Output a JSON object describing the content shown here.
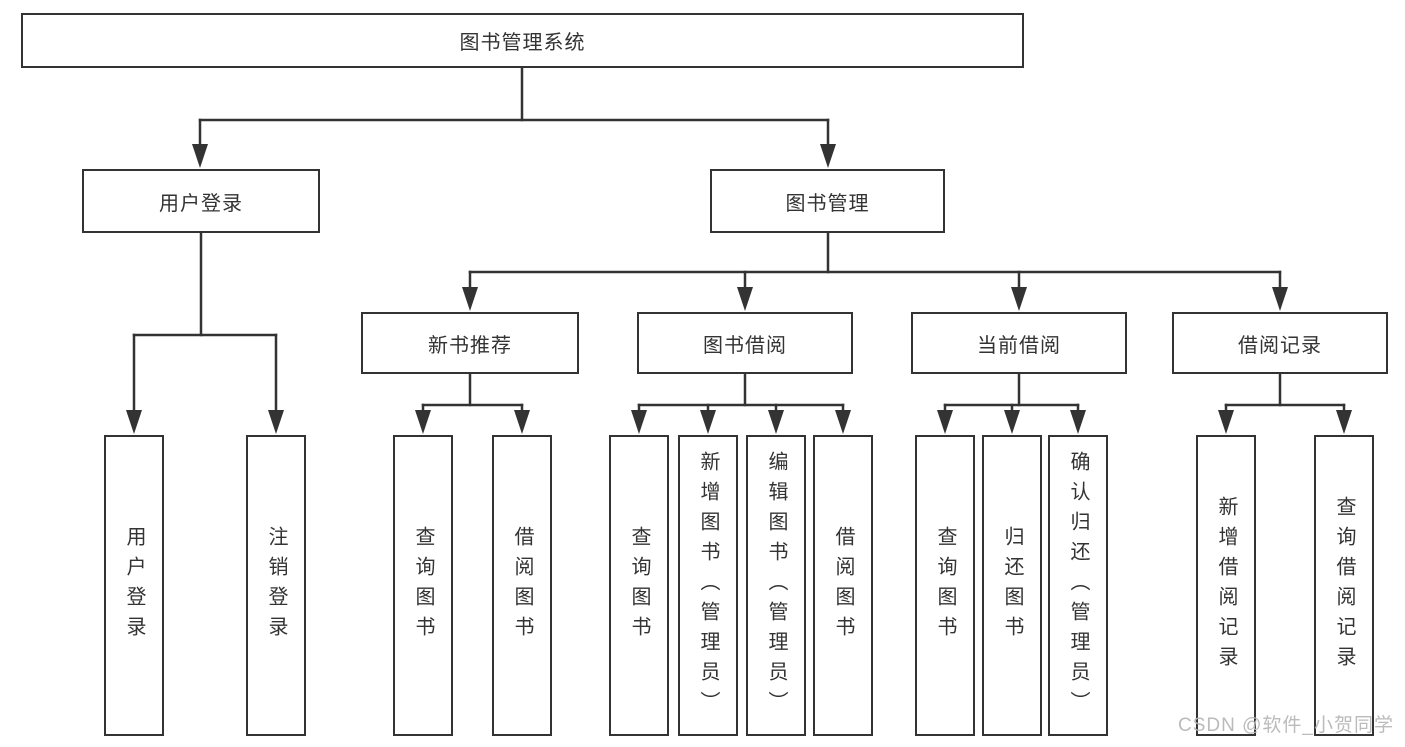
{
  "watermark": "CSDN @软件_小贺同学",
  "colors": {
    "line": "#333333",
    "box_border": "#333333",
    "text": "#333333",
    "watermark_text": "#b7b7b7",
    "background": "#ffffff"
  },
  "nodes": [
    {
      "id": "root",
      "label": "图书管理系统"
    },
    {
      "id": "user-login",
      "label": "用户登录"
    },
    {
      "id": "book-mgmt",
      "label": "图书管理"
    },
    {
      "id": "user-login-leaf",
      "label": "用户登录"
    },
    {
      "id": "logout-leaf",
      "label": "注销登录"
    },
    {
      "id": "new-book-rec",
      "label": "新书推荐"
    },
    {
      "id": "book-borrow",
      "label": "图书借阅"
    },
    {
      "id": "current-borrow",
      "label": "当前借阅"
    },
    {
      "id": "borrow-record",
      "label": "借阅记录"
    },
    {
      "id": "query-book-1",
      "label": "查询图书"
    },
    {
      "id": "borrow-book-1",
      "label": "借阅图书"
    },
    {
      "id": "query-book-2",
      "label": "查询图书"
    },
    {
      "id": "add-book",
      "label": "新增图书（管理员）"
    },
    {
      "id": "edit-book",
      "label": "编辑图书（管理员）"
    },
    {
      "id": "borrow-book-2",
      "label": "借阅图书"
    },
    {
      "id": "query-book-3",
      "label": "查询图书"
    },
    {
      "id": "return-book",
      "label": "归还图书"
    },
    {
      "id": "confirm-return",
      "label": "确认归还（管理员）"
    },
    {
      "id": "add-borrow-record",
      "label": "新增借阅记录"
    },
    {
      "id": "query-borrow-record",
      "label": "查询借阅记录"
    }
  ],
  "edges": [
    {
      "from": "root",
      "to": "user-login"
    },
    {
      "from": "root",
      "to": "book-mgmt"
    },
    {
      "from": "user-login",
      "to": "user-login-leaf"
    },
    {
      "from": "user-login",
      "to": "logout-leaf"
    },
    {
      "from": "book-mgmt",
      "to": "new-book-rec"
    },
    {
      "from": "book-mgmt",
      "to": "book-borrow"
    },
    {
      "from": "book-mgmt",
      "to": "current-borrow"
    },
    {
      "from": "book-mgmt",
      "to": "borrow-record"
    },
    {
      "from": "new-book-rec",
      "to": "query-book-1"
    },
    {
      "from": "new-book-rec",
      "to": "borrow-book-1"
    },
    {
      "from": "book-borrow",
      "to": "query-book-2"
    },
    {
      "from": "book-borrow",
      "to": "add-book"
    },
    {
      "from": "book-borrow",
      "to": "edit-book"
    },
    {
      "from": "book-borrow",
      "to": "borrow-book-2"
    },
    {
      "from": "current-borrow",
      "to": "query-book-3"
    },
    {
      "from": "current-borrow",
      "to": "return-book"
    },
    {
      "from": "current-borrow",
      "to": "confirm-return"
    },
    {
      "from": "borrow-record",
      "to": "add-borrow-record"
    },
    {
      "from": "borrow-record",
      "to": "query-borrow-record"
    }
  ]
}
